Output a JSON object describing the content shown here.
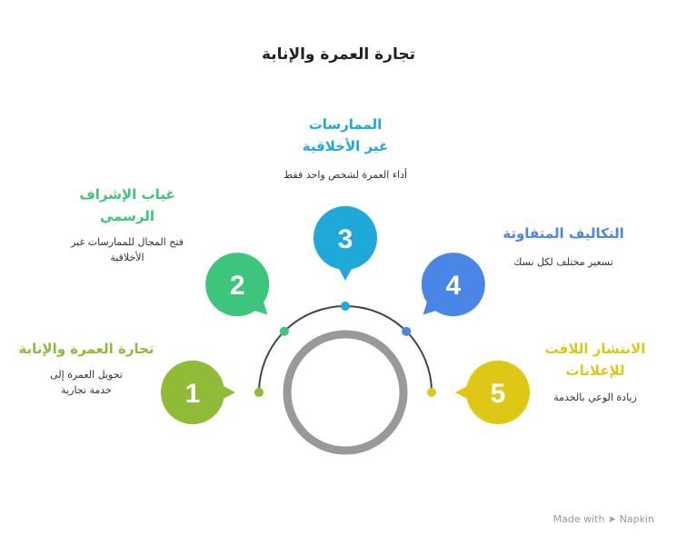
{
  "title": "تجارة العمرة والإنابة",
  "steps": [
    {
      "number": "1",
      "title": "تجارة العمرة والإنابة",
      "desc": "تحويل العمرة إلى خدمة تجارية",
      "color": "#8fbb36"
    },
    {
      "number": "2",
      "title": "غياب الإشراف الرسمي",
      "desc": "فتح المجال للممارسات غير الأخلاقية",
      "color": "#3dc57c"
    },
    {
      "number": "3",
      "title": "الممارسات غير الأخلاقية",
      "desc": "أداء العمرة لشخص واحد فقط",
      "color": "#1ea9d9"
    },
    {
      "number": "4",
      "title": "التكاليف المتفاوتة",
      "desc": "تسعير مختلف لكل نسك",
      "color": "#4a86e6"
    },
    {
      "number": "5",
      "title": "الانتشار اللافت للإعلانات",
      "desc": "زيادة الوعي بالخدمة",
      "color": "#dfc815"
    }
  ],
  "branding": "Made with ➤ Napkin"
}
